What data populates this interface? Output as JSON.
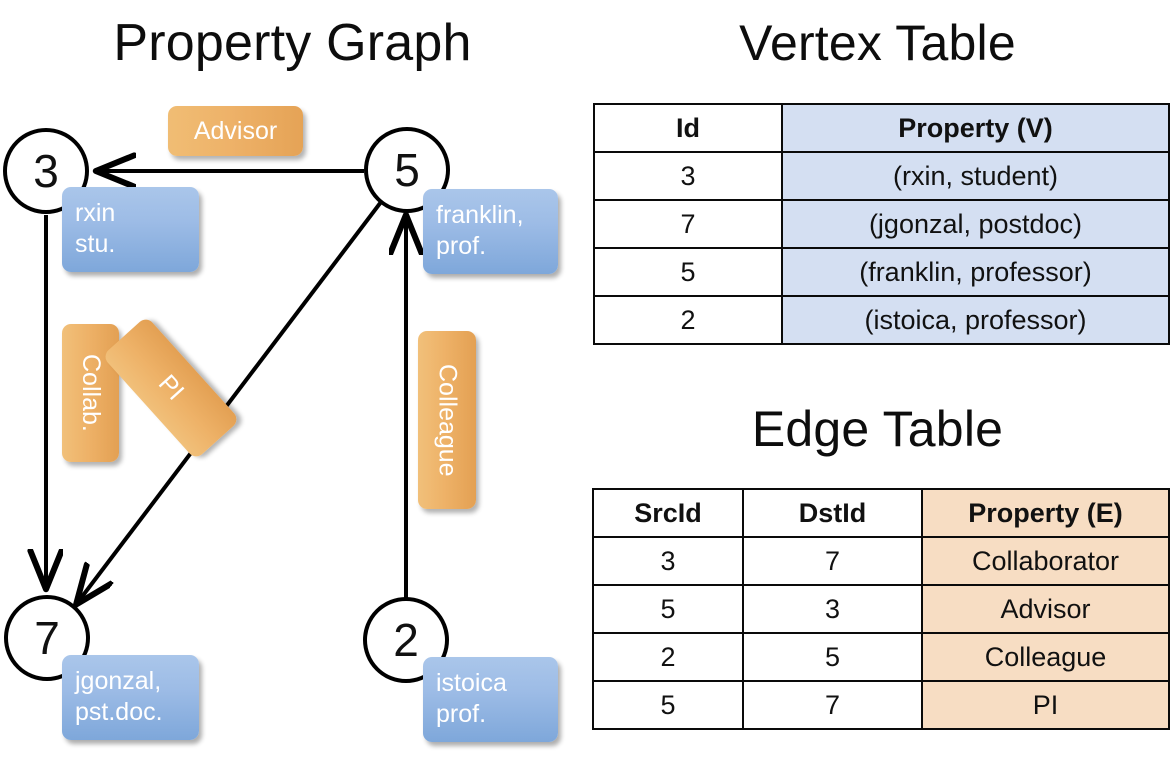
{
  "panels": {
    "graph_title": "Property Graph",
    "vertex_title": "Vertex Table",
    "edge_title": "Edge Table"
  },
  "graph": {
    "nodes": [
      {
        "id": "3",
        "property": "rxin\nstu."
      },
      {
        "id": "5",
        "property": "franklin,\nprof."
      },
      {
        "id": "7",
        "property": "jgonzal,\npst.doc."
      },
      {
        "id": "2",
        "property": "istoica\nprof."
      }
    ],
    "node_labels": {
      "n3": "3",
      "n5": "5",
      "n7": "7",
      "n2": "2"
    },
    "property_labels": {
      "p3_line1": "rxin",
      "p3_line2": "stu.",
      "p5_line1": "franklin,",
      "p5_line2": "prof.",
      "p7_line1": "jgonzal,",
      "p7_line2": "pst.doc.",
      "p2_line1": "istoica",
      "p2_line2": "prof."
    },
    "edge_labels": {
      "advisor": "Advisor",
      "collab": "Collab.",
      "pi": "PI",
      "colleague": "Colleague"
    },
    "edges": [
      {
        "from": "5",
        "to": "3",
        "label": "Advisor"
      },
      {
        "from": "3",
        "to": "7",
        "label": "Collab."
      },
      {
        "from": "5",
        "to": "7",
        "label": "PI"
      },
      {
        "from": "2",
        "to": "5",
        "label": "Colleague"
      }
    ]
  },
  "vertex_table": {
    "headers": [
      "Id",
      "Property (V)"
    ],
    "rows": [
      {
        "id": "3",
        "property": "(rxin, student)"
      },
      {
        "id": "7",
        "property": "(jgonzal, postdoc)"
      },
      {
        "id": "5",
        "property": "(franklin, professor)"
      },
      {
        "id": "2",
        "property": "(istoica, professor)"
      }
    ]
  },
  "edge_table": {
    "headers": [
      "SrcId",
      "DstId",
      "Property (E)"
    ],
    "rows": [
      {
        "src": "3",
        "dst": "7",
        "property": "Collaborator"
      },
      {
        "src": "5",
        "dst": "3",
        "property": "Advisor"
      },
      {
        "src": "2",
        "dst": "5",
        "property": "Colleague"
      },
      {
        "src": "5",
        "dst": "7",
        "property": "PI"
      }
    ]
  },
  "colors": {
    "vertex_property_cell": "#d4dff2",
    "edge_property_cell": "#f7ddc3",
    "node_box_blue": "#9dbce6",
    "edge_box_orange": "#eeb269",
    "stroke": "#000000"
  }
}
